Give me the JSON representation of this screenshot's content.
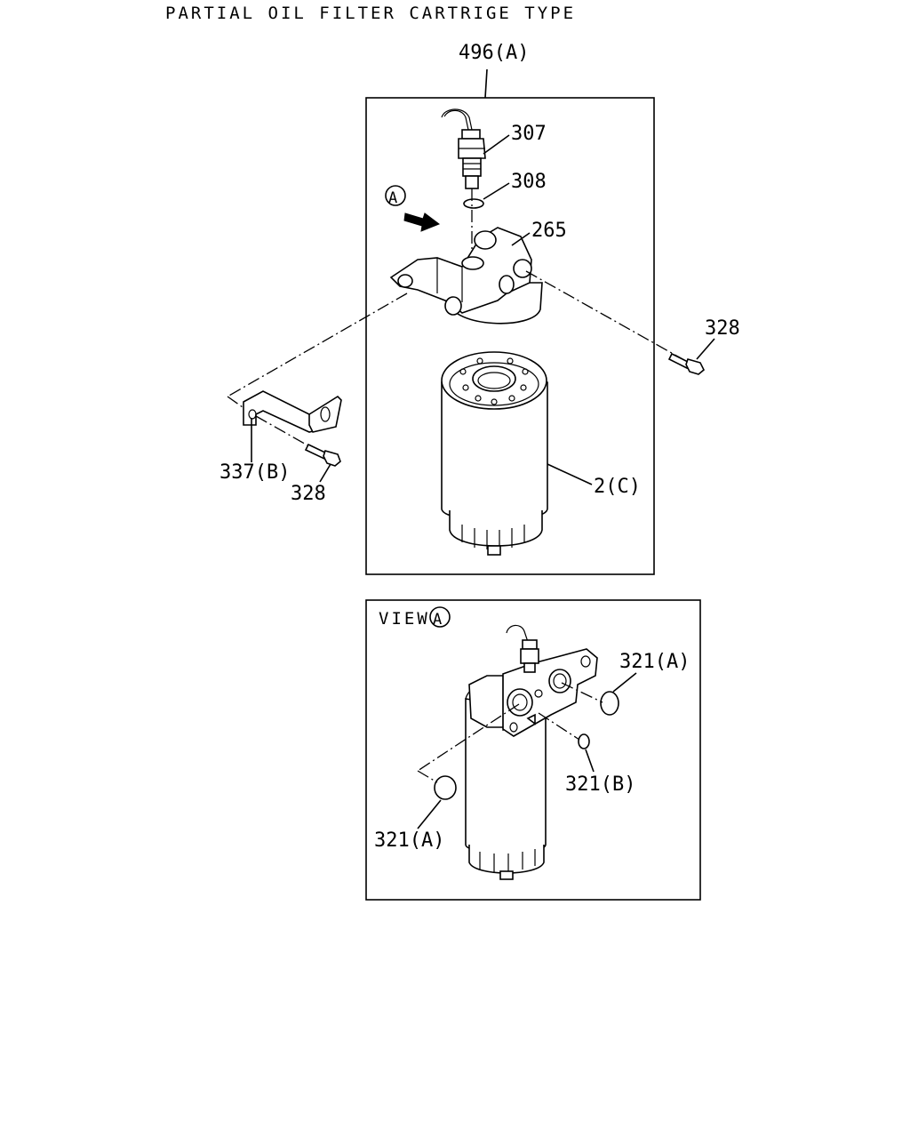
{
  "title": "PARTIAL OIL FILTER CARTRIGE TYPE",
  "view_label": "VIEW",
  "view_marker": "A",
  "callouts": {
    "assembly": "496(A)",
    "sender": "307",
    "oring_small": "308",
    "head": "265",
    "bolt_right": "328",
    "bracket": "337(B)",
    "bolt_left": "328",
    "cartridge": "2(C)",
    "oring_a_right": "321(A)",
    "oring_b": "321(B)",
    "oring_a_left": "321(A)",
    "view_arrow_marker": "A"
  }
}
